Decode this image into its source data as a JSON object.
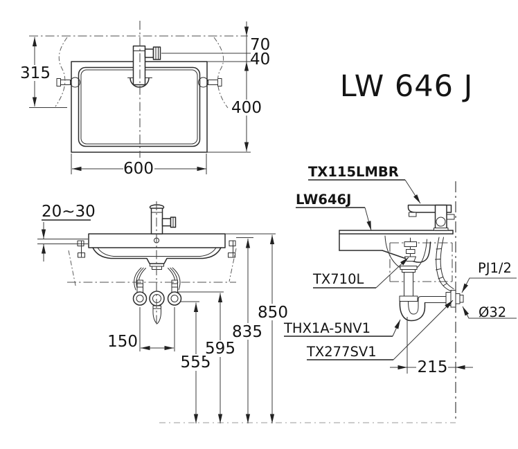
{
  "title": "LW 646 J",
  "colors": {
    "line": "#2b2b2b",
    "background": "#ffffff"
  },
  "plan_view": {
    "dim_center_to_front": "315",
    "dim_spout_height": "70",
    "dim_spout_to_rim": "40",
    "dim_depth": "400",
    "dim_width": "600"
  },
  "front_view": {
    "dim_wall_clearance": "20~30",
    "dim_supply_spacing": "150",
    "dim_height_supply": "555",
    "dim_height_drain": "595",
    "dim_height_mount": "835",
    "dim_height_rim": "850"
  },
  "side_view": {
    "label_faucet": "TX115LMBR",
    "label_lavatory": "LW646J",
    "label_drain_valve": "TX710L",
    "label_supply_hose": "THX1A-5NV1",
    "label_trap": "TX277SV1",
    "label_wall_inlet": "PJ1/2",
    "label_outlet_diameter": "Ø32",
    "dim_trap_to_wall": "215"
  }
}
